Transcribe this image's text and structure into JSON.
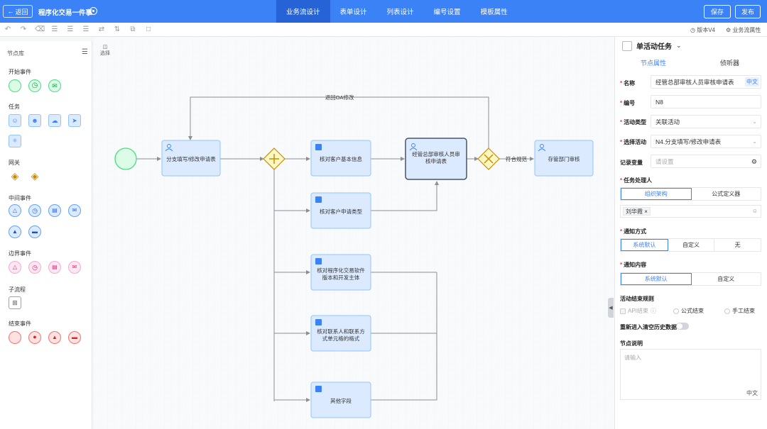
{
  "topbar": {
    "back_label": "返回",
    "app_title": "程序化交易一件事",
    "tabs": [
      "业务流设计",
      "表单设计",
      "列表设计",
      "编号设置",
      "模板属性"
    ],
    "active_tab": "业务流设计",
    "save_label": "保存",
    "publish_label": "发布"
  },
  "toolbar": {
    "version_label": "版本V4",
    "flow_attr_label": "业务流属性"
  },
  "palette": {
    "title": "节点库",
    "groups": {
      "start": "开始事件",
      "task": "任务",
      "gateway": "网关",
      "intermediate": "中间事件",
      "boundary": "边界事件",
      "subprocess": "子流程",
      "end": "结束事件"
    }
  },
  "canvas": {
    "select_tool_label": "选择",
    "loop_label": "退回OA修改",
    "gateway_out_label": "符合规范",
    "nodes": {
      "n1": "分支填写/修改申请表",
      "n2": "核对客户基本信息",
      "n3": "核对客户申请类型",
      "n4": "核对程序化交易软件版本和开发主体",
      "n5": "核对联系人和联系方式单元格的格式",
      "n6": "其他字段",
      "n7": "经管总部审核人员审核申请表",
      "n8": "存管部门审核"
    }
  },
  "props": {
    "title": "单活动任务",
    "tab_node": "节点属性",
    "tab_listener": "侦听器",
    "name_label": "名称",
    "name_value": "经管总部审核人员审核申请表",
    "name_lang": "中文",
    "code_label": "编号",
    "code_value": "N8",
    "type_label": "活动类型",
    "type_value": "关联活动",
    "select_label": "选择活动",
    "select_value": "N4.分支填写/修改申请表",
    "var_label": "记录变量",
    "var_placeholder": "请设置",
    "handler_label": "任务处理人",
    "handler_options": [
      "组织架构",
      "公式定义器"
    ],
    "handler_selected": "组织架构",
    "handler_tag": "刘华霞",
    "notify_label": "通知方式",
    "notify_options": [
      "系统默认",
      "自定义",
      "无"
    ],
    "content_label": "通知内容",
    "content_options": [
      "系统默认",
      "自定义"
    ],
    "end_rule_label": "活动结束规则",
    "end_rule_options": [
      "API结束",
      "公式结束",
      "手工结束"
    ],
    "reenter_label": "重新进入清空历史数据",
    "desc_label": "节点说明",
    "desc_placeholder": "请输入",
    "desc_lang": "中文"
  }
}
